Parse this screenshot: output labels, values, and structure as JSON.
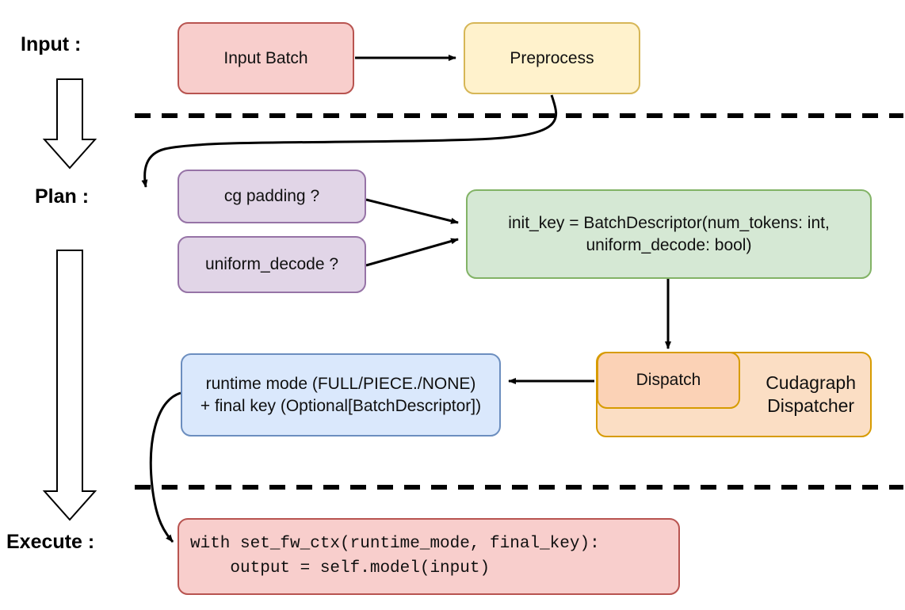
{
  "diagram": {
    "title_sections": [
      {
        "id": "input",
        "label": "Input :"
      },
      {
        "id": "plan",
        "label": "Plan :"
      },
      {
        "id": "execute",
        "label": "Execute :"
      }
    ],
    "palette": {
      "pink_fill": "#f8cecc",
      "pink_stroke": "#b85450",
      "yellow_fill": "#fff2cc",
      "yellow_stroke": "#d6b656",
      "purple_fill": "#e1d5e7",
      "purple_stroke": "#9673a6",
      "green_fill": "#d5e8d4",
      "green_stroke": "#82b366",
      "blue_fill": "#dae8fc",
      "blue_stroke": "#6c8ebf",
      "orange_outer_fill": "#fbdec4",
      "orange_inner_fill": "#fbd2b6",
      "orange_stroke": "#d79b00",
      "edge_color": "#000000"
    },
    "nodes": {
      "input_batch": {
        "label": "Input Batch"
      },
      "preprocess": {
        "label": "Preprocess"
      },
      "cg_padding": {
        "label": "cg padding ?"
      },
      "uniform_decode": {
        "label": "uniform_decode ?"
      },
      "init_key": {
        "line1": "init_key = BatchDescriptor(num_tokens: int,",
        "line2": "uniform_decode: bool)"
      },
      "dispatch": {
        "label": "Dispatch"
      },
      "cudagraph_dispatcher": {
        "line1": "Cudagraph",
        "line2": "Dispatcher"
      },
      "runtime_mode": {
        "line1": "runtime mode (FULL/PIECE./NONE)",
        "line2": "+ final key (Optional[BatchDescriptor])"
      },
      "execute_code": {
        "line1": "with set_fw_ctx(runtime_mode, final_key):",
        "line2": "    output = self.model(input)"
      }
    }
  }
}
